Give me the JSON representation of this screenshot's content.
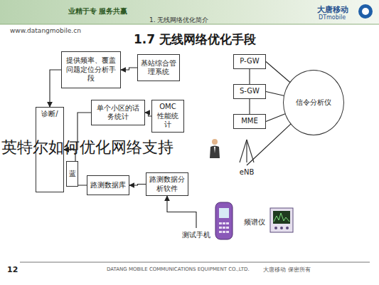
{
  "diagram": {
    "title": "1.7 无线网络优化手段",
    "nodes": [
      {
        "text": [
          "基站综合管理系统"
        ]
      },
      {
        "text": [
          "提供频率、覆盖问题定位分析手段"
        ]
      },
      {
        "text": [
          "OMC",
          "性能统计"
        ]
      },
      {
        "text": [
          "单个小区的话务统计"
        ]
      },
      {
        "text": [
          "诊断/"
        ]
      },
      {
        "text": [
          "蓝"
        ]
      },
      {
        "text": [
          "路测数据分析软件"
        ]
      },
      {
        "text": [
          "路测数据库"
        ]
      },
      {
        "text": [
          "P-GW"
        ]
      },
      {
        "text": [
          "S-GW"
        ]
      },
      {
        "text": [
          "MME"
        ]
      },
      {
        "text": [
          "信令分析仪"
        ]
      },
      {
        "text": [
          "eNB"
        ]
      },
      {
        "text": [
          "测试手机"
        ]
      },
      {
        "text": [
          "频谱仪"
        ]
      }
    ],
    "edges": [
      {
        "from": 0,
        "to": 1,
        "arrow": "to"
      },
      {
        "from": 1,
        "to": 4,
        "arrow": "to"
      },
      {
        "from": 2,
        "to": 3,
        "arrow": "to"
      },
      {
        "from": 3,
        "to": 4,
        "arrow": "to"
      },
      {
        "from": 6,
        "to": 7,
        "arrow": "to"
      },
      {
        "from": 7,
        "to": 4,
        "arrow": "to"
      },
      {
        "from": 8,
        "to": 9,
        "arrow": "none"
      },
      {
        "from": 9,
        "to": 10,
        "arrow": "none"
      },
      {
        "from": 8,
        "to": 11,
        "arrow": "none"
      },
      {
        "from": 9,
        "to": 11,
        "arrow": "none"
      },
      {
        "from": 10,
        "to": 11,
        "arrow": "none"
      },
      {
        "from": 11,
        "to": 12,
        "arrow": "none"
      },
      {
        "from": 13,
        "to": 6,
        "arrow": "to"
      }
    ],
    "labels": [
      "业精于专 服务共赢",
      "1. 无线网络优化简介",
      "大唐移动",
      "DTmobile",
      "www.datangmobile.cn",
      "英特尔如何优化网络支持",
      "12",
      "DATANG MOBILE COMMUNICATIONS EQUIPMENT CO.,LTD.",
      "大唐移动 保密所有"
    ]
  }
}
